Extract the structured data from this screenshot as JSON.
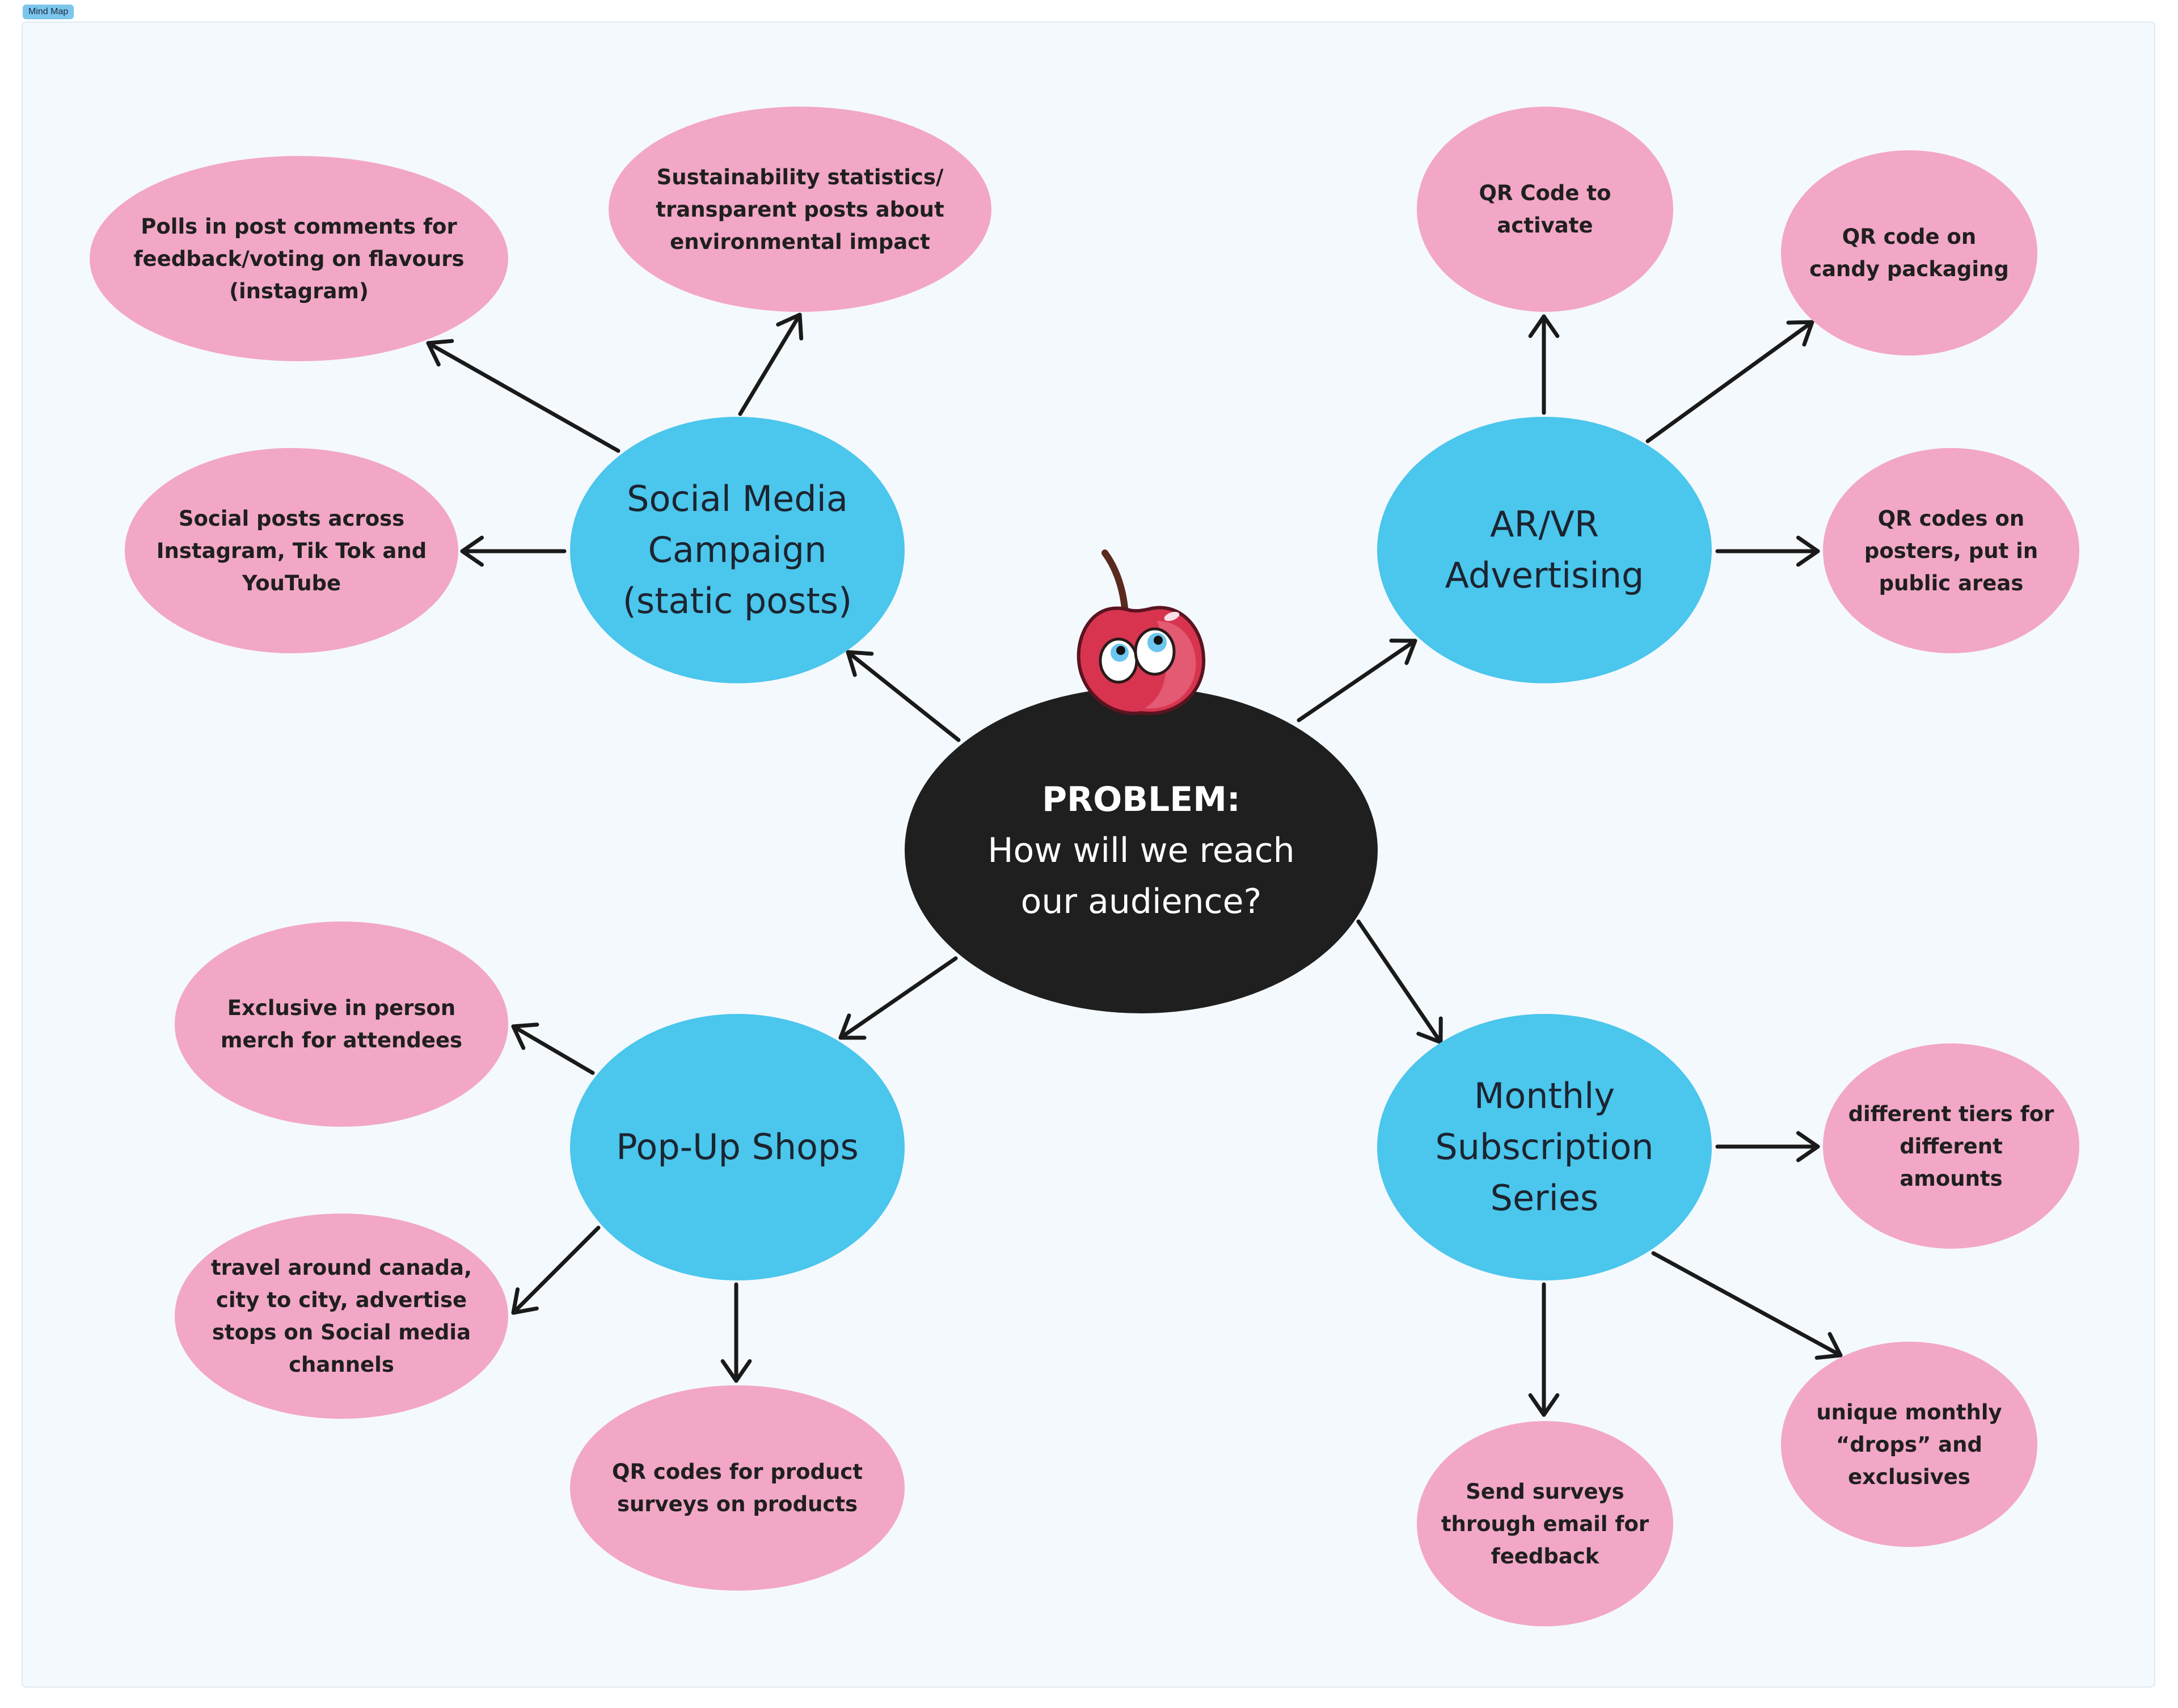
{
  "frame": {
    "tag_label": "Mind Map"
  },
  "colors": {
    "frame_background": "#f4f9fe",
    "center_node": "#1f1f1f",
    "category_node": "#4bc6ec",
    "leaf_node": "#f2a7c6",
    "arrow": "#1a1a1a",
    "cherry": "#d8344f"
  },
  "center": {
    "lead": "PROBLEM:",
    "question": "How will we reach\nour audience?"
  },
  "mascot_icon": "cherry-mascot-icon",
  "categories": [
    {
      "id": "social",
      "label": "Social Media\nCampaign\n(static posts)",
      "ideas": [
        "Polls in post comments for\nfeedback/voting on flavours\n(instagram)",
        "Sustainability statistics/\ntransparent posts about\nenvironmental impact",
        "Social posts across\nInstagram, Tik Tok and\nYouTube"
      ]
    },
    {
      "id": "arvr",
      "label": "AR/VR\nAdvertising",
      "ideas": [
        "QR Code to\nactivate",
        "QR code on\ncandy packaging",
        "QR codes on\nposters, put in\npublic areas"
      ]
    },
    {
      "id": "popup",
      "label": "Pop-Up Shops",
      "ideas": [
        "Exclusive in person\nmerch for attendees",
        "travel around canada,\ncity to city, advertise\nstops on Social media\nchannels",
        "QR codes for product\nsurveys on products"
      ]
    },
    {
      "id": "subscription",
      "label": "Monthly\nSubscription\nSeries",
      "ideas": [
        "different tiers for\ndifferent amounts",
        "unique monthly\n“drops” and\nexclusives",
        "Send surveys\nthrough email for\nfeedback"
      ]
    }
  ]
}
